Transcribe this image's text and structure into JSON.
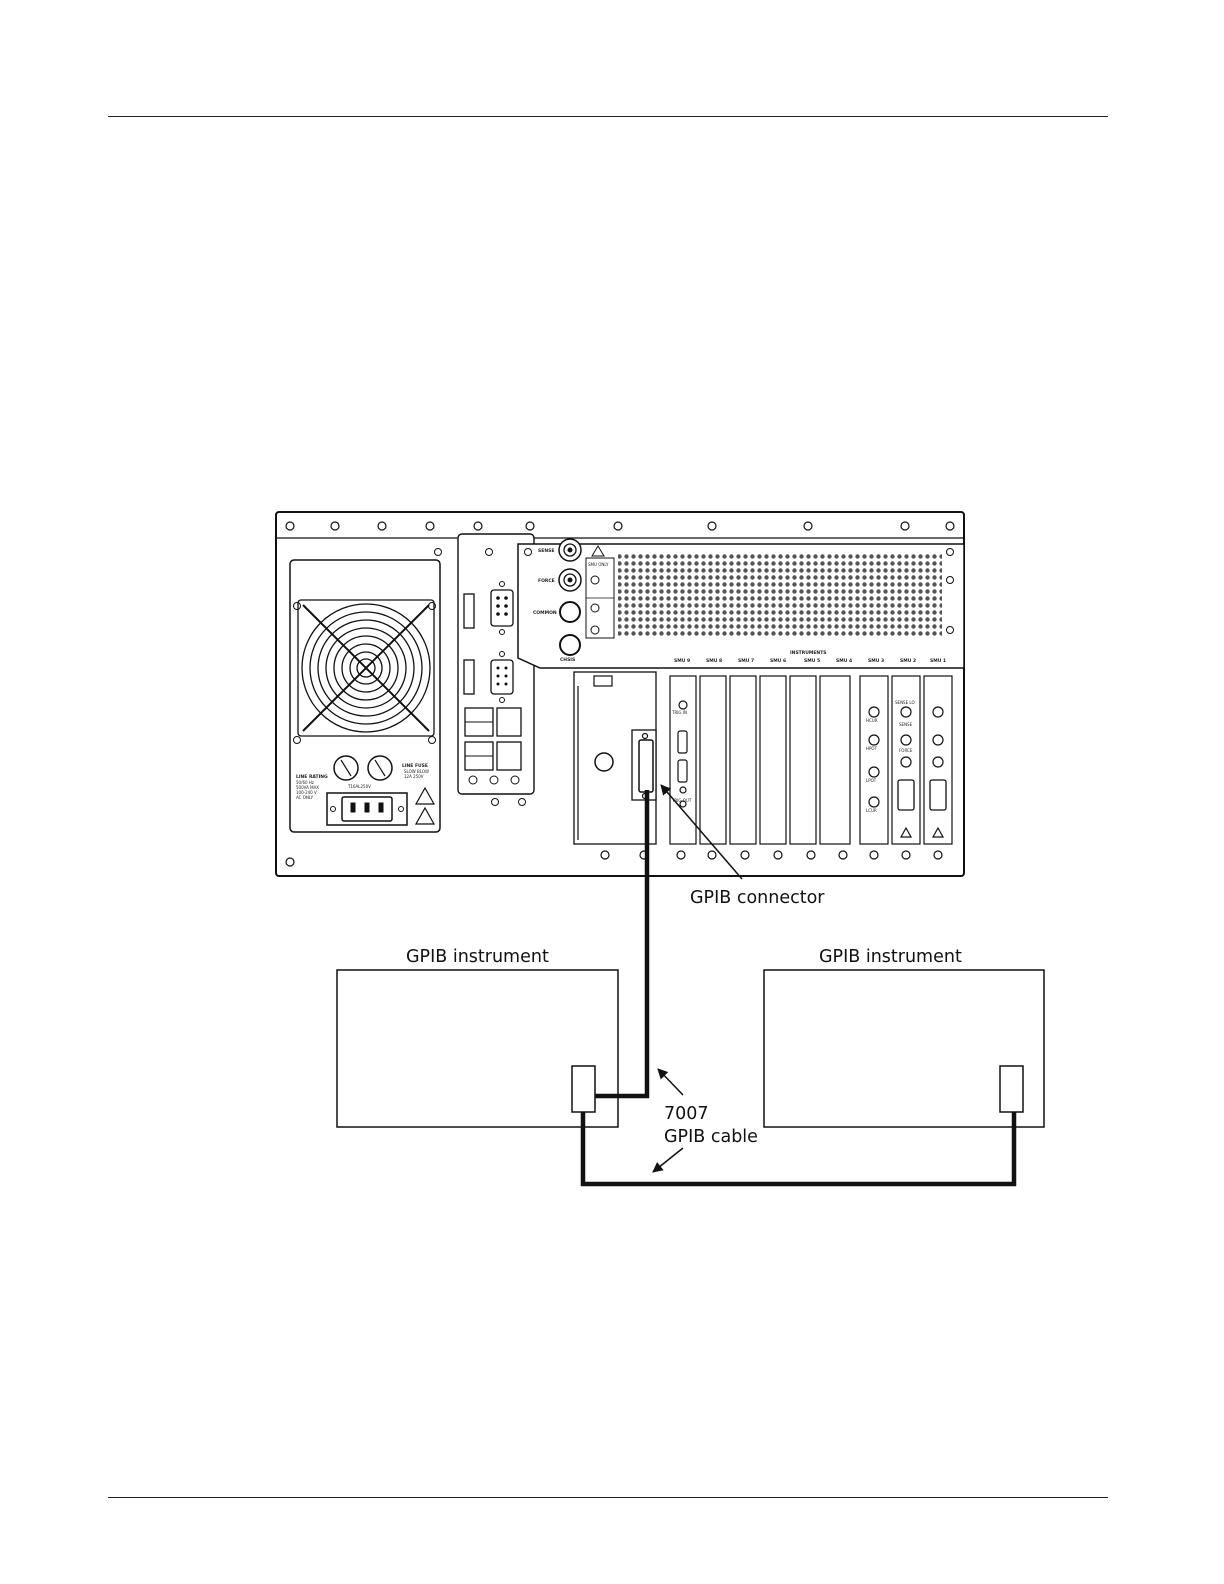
{
  "panel_labels": {
    "sense": "SENSE",
    "force": "FORCE",
    "common": "COMMON",
    "chassis": "CHSIS",
    "smu_only": "SMU ONLY",
    "instruments": "INSTRUMENTS",
    "line_rating_title": "LINE RATING",
    "line_rating_lines": [
      "50/60 Hz",
      "500VA MAX",
      "100-240 V",
      "AC ONLY"
    ],
    "line_fuse_title": "LINE FUSE",
    "line_fuse_lines": [
      "SLOW BLOW",
      "12A 250V"
    ],
    "fuse_small": "T16AL250V",
    "slot_headers": [
      "SMU 9",
      "SMU 8",
      "SMU 7",
      "SMU 6",
      "SMU 5",
      "SMU 4",
      "SMU 3",
      "SMU 2",
      "SMU 1"
    ],
    "card_trig_in": "TRIG IN",
    "card_trig_out": "TRIG OUT",
    "card_sense_lo": "SENSE LO",
    "card_sense": "SENSE",
    "card_force": "FORCE",
    "card_hpot": "HPOT",
    "card_lpot": "LPOT",
    "card_lcur": "LCUR",
    "card_hcur": "HCUR"
  },
  "callouts": {
    "gpib_connector": "GPIB connector",
    "cable_number": "7007",
    "cable_name": "GPIB cable"
  },
  "instruments": [
    {
      "label": "GPIB instrument"
    },
    {
      "label": "GPIB instrument"
    }
  ],
  "colors": {
    "line": "#111111",
    "panel_fill": "#ffffff",
    "grille_fill": "#444444"
  }
}
